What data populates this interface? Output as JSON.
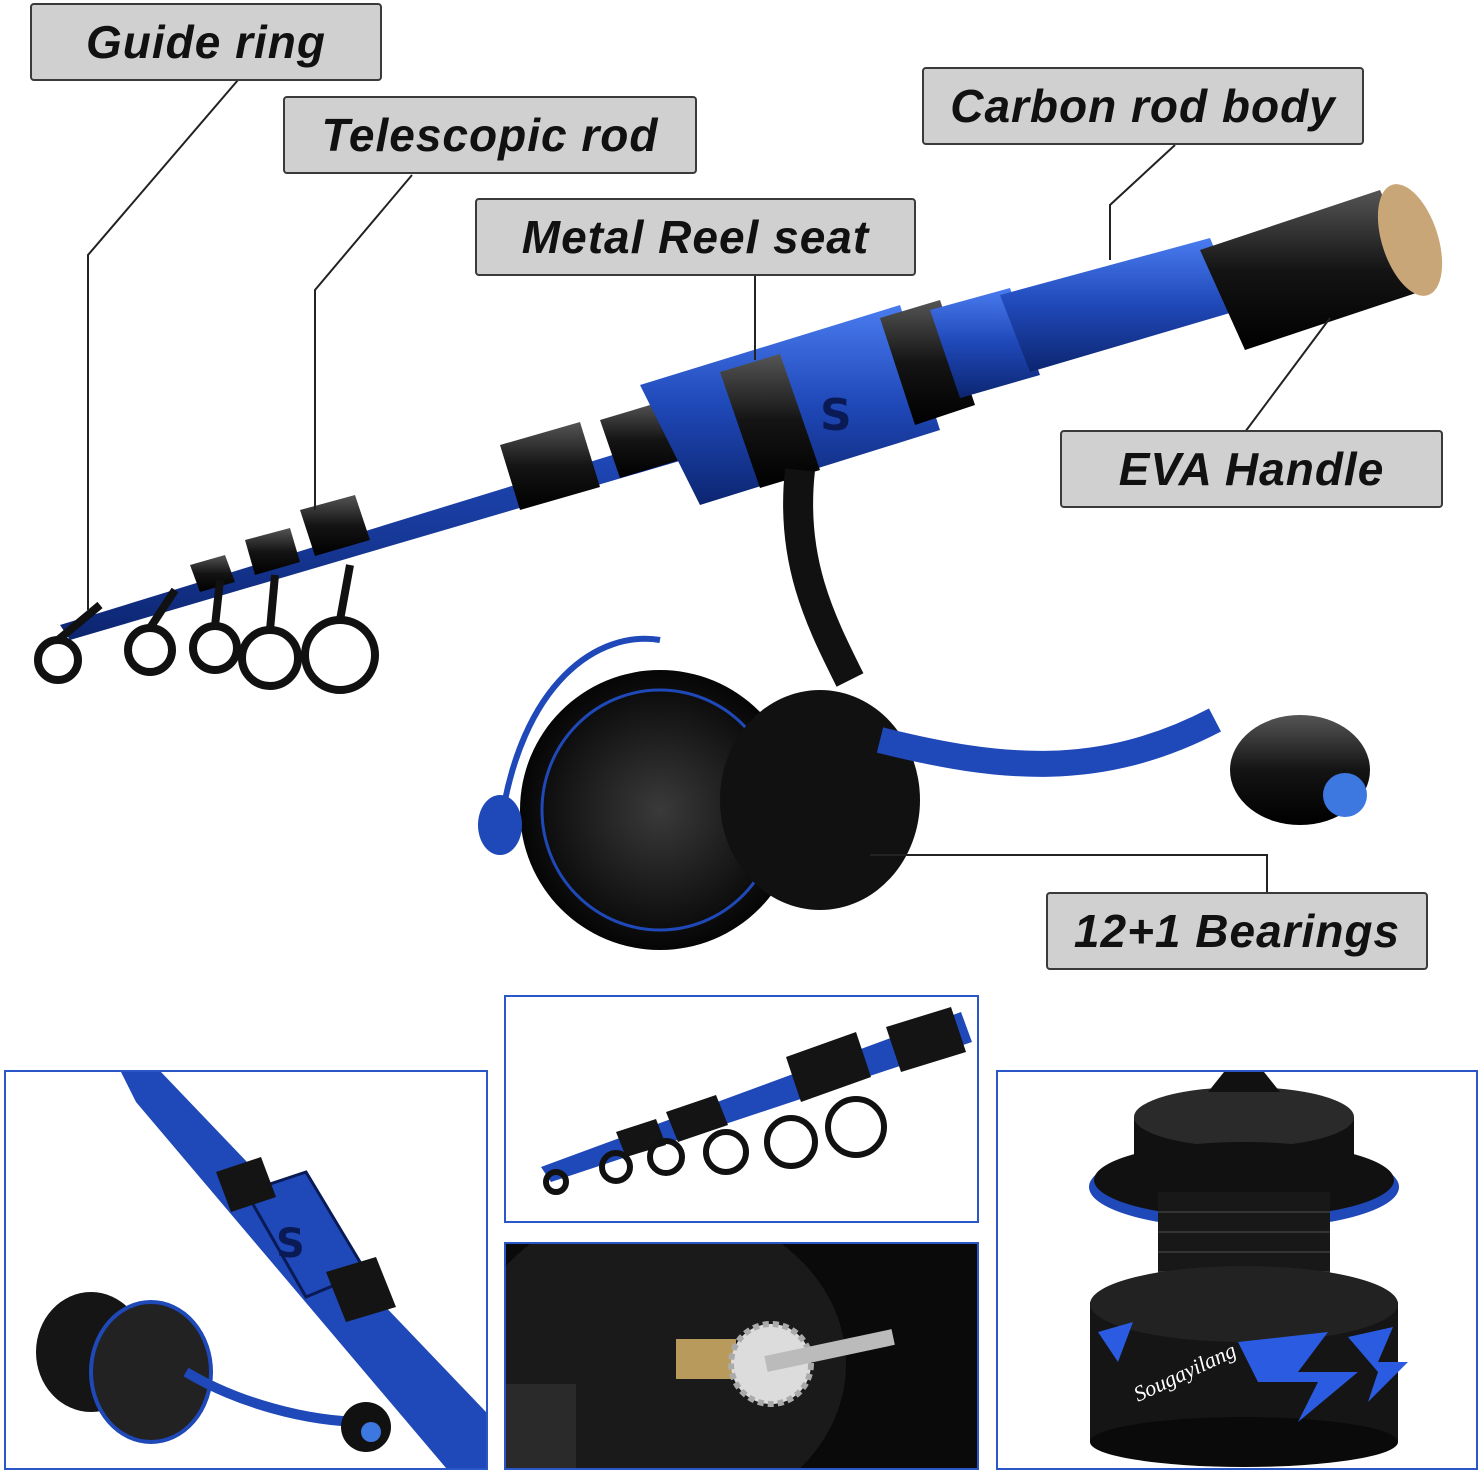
{
  "callouts": {
    "guide_ring": "Guide ring",
    "telescopic_rod": "Telescopic rod",
    "metal_reel_seat": "Metal Reel seat",
    "carbon_rod_body": "Carbon rod body",
    "eva_handle": "EVA Handle",
    "bearings": "12+1 Bearings"
  },
  "colors": {
    "rod_blue": "#1f48b8",
    "rod_black": "#141414",
    "callout_bg": "#d0d0d0",
    "panel_border": "#2a56c8",
    "cork": "#c9a677"
  },
  "panels": [
    {
      "name": "panel-rod-and-reel-closeup"
    },
    {
      "name": "panel-rod-guides-closeup"
    },
    {
      "name": "panel-reel-gear-closeup"
    },
    {
      "name": "panel-spool-closeup"
    }
  ],
  "logo_text": "Sougayilang"
}
